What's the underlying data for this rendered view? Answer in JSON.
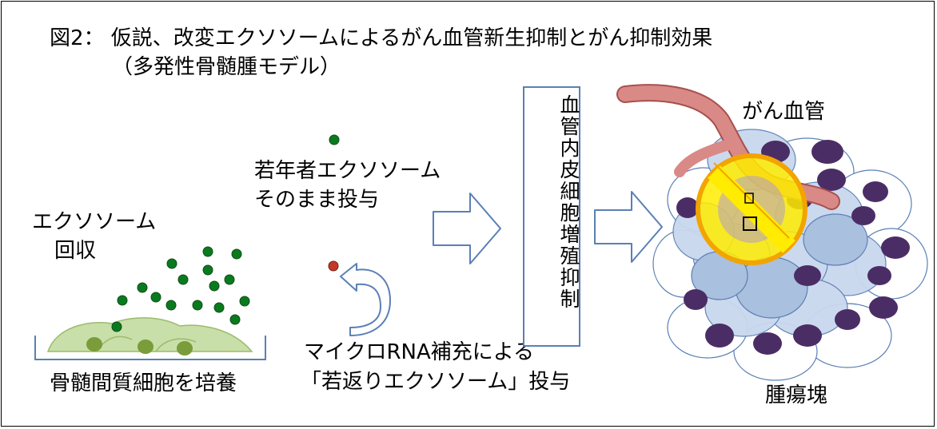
{
  "title": {
    "line1": "図2： 仮説、改変エクソソームによるがん血管新生抑制とがん抑制効果",
    "line2": "（多発性骨髄腫モデル）"
  },
  "labels": {
    "exosome_collect_1": "エクソソーム",
    "exosome_collect_2": "回収",
    "young_1": "若年者エクソソーム",
    "young_2": "そのまま投与",
    "mirna_1": "マイクロRNA補充による",
    "mirna_2": "「若返りエクソソーム」投与",
    "culture": "骨髄間質細胞を培養",
    "endothelial": "血管内皮細胞増殖抑制",
    "tumor_vessel": "がん血管",
    "tumor_mass": "腫瘍塊"
  },
  "colors": {
    "exosome_green": "#0a7a1f",
    "exosome_modified_red": "#c0392b",
    "arrow_outline": "#5b7fb5",
    "vessel_pink": "#d98a87",
    "tumor_cell_light": "#a9c0de",
    "tumor_nucleus": "#4b2d66",
    "no_sign_yellow": "#ffec00",
    "no_sign_border": "#f2a400",
    "stromal_cell": "#c9dfa9"
  },
  "icons": {
    "exosome": "green-dot",
    "block": "prohibition-sign"
  }
}
